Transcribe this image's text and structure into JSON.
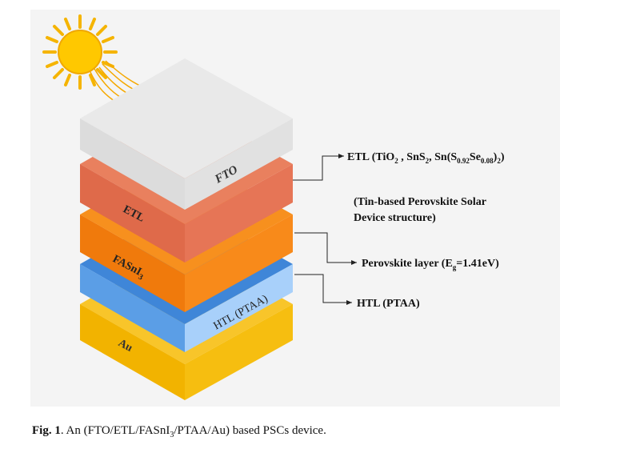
{
  "layers": {
    "fto": {
      "label": "FTO",
      "color": "#e2e2e2"
    },
    "etl": {
      "label": "ETL",
      "color": "#e06a4a"
    },
    "perovskite": {
      "label_main": "FASnI",
      "label_sub": "3",
      "color": "#f07d10"
    },
    "htl": {
      "label": "HTL (PTAA)",
      "color": "#5b9ee6"
    },
    "au": {
      "label": "Au",
      "color": "#f5b800"
    }
  },
  "callouts": {
    "etl": {
      "prefix": "ETL (TiO",
      "sub1": "2",
      "mid1": " , SnS",
      "sub2": "2",
      "mid2": ", Sn(S",
      "sub3": "0.92",
      "mid3": "Se",
      "sub4": "0.08",
      "mid4": ")",
      "sub5": "2",
      "suffix": ")"
    },
    "structure_line1": "(Tin-based Perovskite Solar",
    "structure_line2": "Device structure)",
    "perovskite": {
      "prefix": "Perovskite layer (E",
      "sub": "g",
      "suffix": "=1.41eV)"
    },
    "htl": "HTL (PTAA)"
  },
  "caption": {
    "label": "Fig. 1",
    "text_before": ".  An (FTO/ETL/FASnI",
    "sub": "3",
    "text_after": "/PTAA/Au) based PSCs device."
  }
}
